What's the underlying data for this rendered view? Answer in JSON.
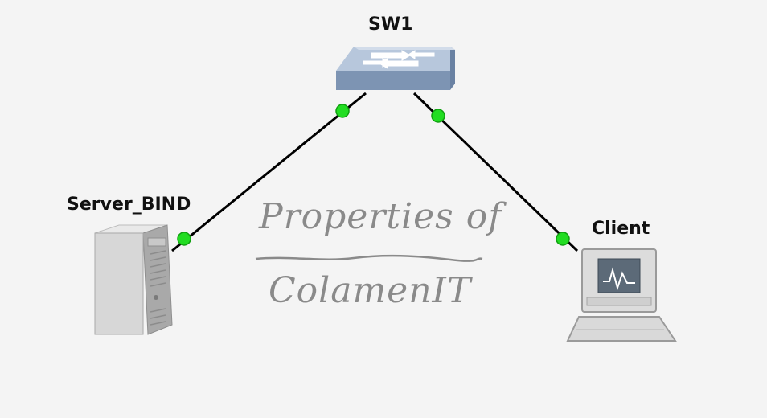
{
  "diagram": {
    "nodes": {
      "switch": {
        "label": "SW1",
        "icon": "network-switch-icon"
      },
      "server": {
        "label": "Server_BIND",
        "icon": "server-tower-icon"
      },
      "client": {
        "label": "Client",
        "icon": "desktop-computer-icon"
      }
    },
    "links": [
      {
        "from": "switch",
        "to": "server"
      },
      {
        "from": "switch",
        "to": "client"
      }
    ],
    "colors": {
      "link": "#000000",
      "port_up": "#22dd22",
      "switch_body": "#8ea6c4",
      "device_body": "#d6d6d6"
    }
  },
  "watermark": {
    "line1": "Properties of",
    "line2": "ColamenIT"
  }
}
